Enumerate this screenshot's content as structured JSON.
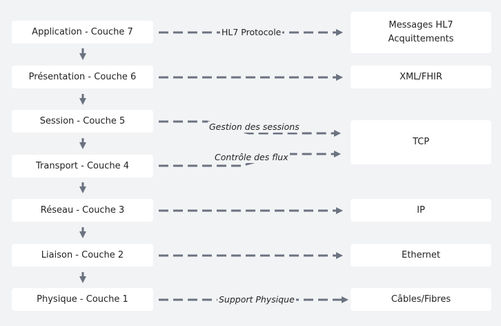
{
  "layers": [
    {
      "label": "Application - Couche 7"
    },
    {
      "label": "Présentation - Couche 6"
    },
    {
      "label": "Session - Couche 5"
    },
    {
      "label": "Transport - Couche 4"
    },
    {
      "label": "Réseau - Couche 3"
    },
    {
      "label": "Liaison - Couche 2"
    },
    {
      "label": "Physique - Couche 1"
    }
  ],
  "targets": [
    {
      "lines": [
        "Messages HL7",
        "Acquittements"
      ]
    },
    {
      "lines": [
        "XML/FHIR"
      ]
    },
    {
      "lines": [
        "TCP"
      ]
    },
    {
      "lines": [
        "IP"
      ]
    },
    {
      "lines": [
        "Ethernet"
      ]
    },
    {
      "lines": [
        "Câbles/Fibres"
      ]
    }
  ],
  "edge_labels": {
    "application": "HL7 Protocole",
    "session": "Gestion des sessions",
    "transport": "Contrôle des flux",
    "physique": "Support Physique"
  },
  "colors": {
    "background": "#f2f3f5",
    "box": "#ffffff",
    "edge": "#6b7280",
    "text": "#222222"
  }
}
